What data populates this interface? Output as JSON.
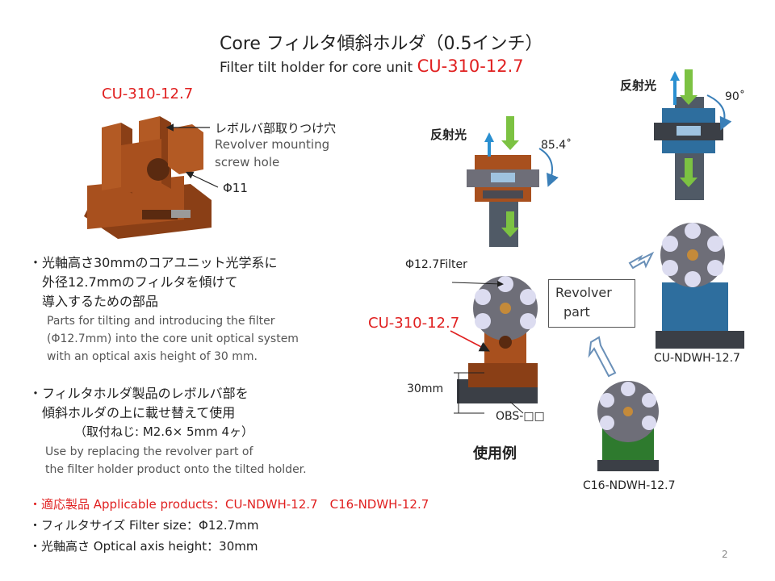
{
  "title": {
    "jp_line": "Core フィルタ傾斜ホルダ（0.5インチ）",
    "en_line": "Filter tilt holder for core unit",
    "model": "CU-310-12.7"
  },
  "part": {
    "label": "CU-310-12.7",
    "callout_jp": "レボルバ部取りつけ穴",
    "callout_en_1": "Revolver mounting",
    "callout_en_2": "screw hole",
    "hole": "Φ11"
  },
  "desc1": {
    "jp_1": "・光軸高さ30mmのコアユニット光学系に",
    "jp_2": "外径12.7mmのフィルタを傾けて",
    "jp_3": "導入するための部品",
    "en_1": "Parts for tilting and introducing the filter",
    "en_2": "(Φ12.7mm) into the core unit optical system",
    "en_3": "with an optical axis height of 30 mm."
  },
  "desc2": {
    "jp_1": "・フィルタホルダ製品のレボルバ部を",
    "jp_2": "傾斜ホルダの上に載せ替えて使用",
    "jp_3": "（取付ねじ: M2.6× 5mm  4ヶ）",
    "en_1": "Use by replacing the revolver part of",
    "en_2": "the filter holder product onto the tilted holder."
  },
  "specs": {
    "applicable": "・適応製品 Applicable products：CU-NDWH-12.7　C16-NDWH-12.7",
    "filter_size": "・フィルタサイズ  Filter size：Φ12.7mm",
    "axis_height": "・光軸高さ Optical axis height：30mm"
  },
  "diagram": {
    "reflect_a": "反射光",
    "angle_a": "85.4˚",
    "reflect_b": "反射光",
    "angle_b": "90˚",
    "filter_label": "Φ12.7Filter",
    "part_label": "CU-310-12.7",
    "revolver_1": "Revolver",
    "revolver_2": "part",
    "height": "30mm",
    "obs": "OBS-□□",
    "usage": "使用例",
    "product_a": "CU-NDWH-12.7",
    "product_b": "C16-NDWH-12.7"
  },
  "page_number": "2",
  "colors": {
    "red": "#e02020",
    "part_orange": "#a8501e",
    "revolver_gray": "#6e6e78",
    "blue_block": "#2e6e9e",
    "green_block": "#2e7a2e",
    "arrow_green": "#7cc242",
    "arrow_blue": "#2a8fd0"
  }
}
